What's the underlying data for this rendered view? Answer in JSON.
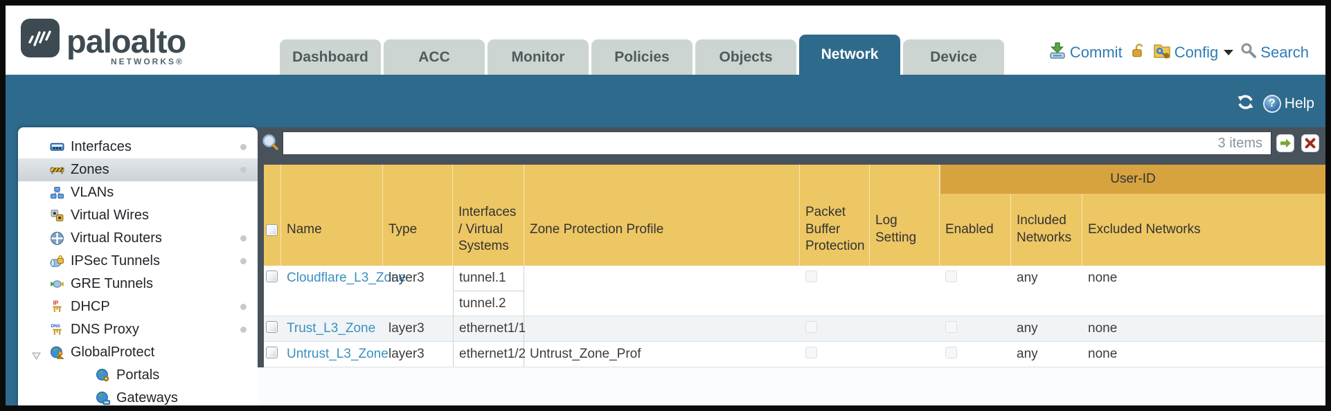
{
  "header": {
    "brand": "paloalto",
    "brand_sub": "NETWORKS®",
    "tabs": [
      {
        "label": "Dashboard",
        "active": false
      },
      {
        "label": "ACC",
        "active": false
      },
      {
        "label": "Monitor",
        "active": false
      },
      {
        "label": "Policies",
        "active": false
      },
      {
        "label": "Objects",
        "active": false
      },
      {
        "label": "Network",
        "active": true
      },
      {
        "label": "Device",
        "active": false
      }
    ],
    "utilities": {
      "commit": "Commit",
      "config": "Config",
      "search": "Search"
    }
  },
  "band": {
    "help": "Help"
  },
  "sidebar": {
    "items": [
      {
        "label": "Interfaces",
        "icon": "interfaces-icon",
        "dot": true,
        "selected": false
      },
      {
        "label": "Zones",
        "icon": "zones-icon",
        "dot": true,
        "selected": true
      },
      {
        "label": "VLANs",
        "icon": "vlans-icon",
        "dot": false,
        "selected": false
      },
      {
        "label": "Virtual Wires",
        "icon": "virtual-wires-icon",
        "dot": false,
        "selected": false
      },
      {
        "label": "Virtual Routers",
        "icon": "virtual-routers-icon",
        "dot": true,
        "selected": false
      },
      {
        "label": "IPSec Tunnels",
        "icon": "ipsec-tunnels-icon",
        "dot": true,
        "selected": false
      },
      {
        "label": "GRE Tunnels",
        "icon": "gre-tunnels-icon",
        "dot": false,
        "selected": false
      },
      {
        "label": "DHCP",
        "icon": "dhcp-icon",
        "dot": true,
        "selected": false
      },
      {
        "label": "DNS Proxy",
        "icon": "dns-proxy-icon",
        "dot": true,
        "selected": false
      },
      {
        "label": "GlobalProtect",
        "icon": "globalprotect-icon",
        "dot": false,
        "selected": false,
        "expanded": true
      },
      {
        "label": "Portals",
        "icon": "portals-icon",
        "child": true
      },
      {
        "label": "Gateways",
        "icon": "gateways-icon",
        "child": true
      }
    ]
  },
  "filter": {
    "value": "",
    "count": "3 items"
  },
  "table": {
    "group_header": "User-ID",
    "columns": [
      "Name",
      "Type",
      "Interfaces / Virtual Systems",
      "Zone Protection Profile",
      "Packet Buffer Protection",
      "Log Setting",
      "Enabled",
      "Included Networks",
      "Excluded Networks"
    ],
    "rows": [
      {
        "name": "Cloudflare_L3_Zone",
        "type": "layer3",
        "interfaces": [
          "tunnel.1",
          "tunnel.2"
        ],
        "zone_protection_profile": "",
        "packet_buffer_checked": false,
        "log_setting": "",
        "enabled_checked": false,
        "included_networks": "any",
        "excluded_networks": "none"
      },
      {
        "name": "Trust_L3_Zone",
        "type": "layer3",
        "interfaces": [
          "ethernet1/1"
        ],
        "zone_protection_profile": "",
        "packet_buffer_checked": false,
        "log_setting": "",
        "enabled_checked": false,
        "included_networks": "any",
        "excluded_networks": "none"
      },
      {
        "name": "Untrust_L3_Zone",
        "type": "layer3",
        "interfaces": [
          "ethernet1/2"
        ],
        "zone_protection_profile": "Untrust_Zone_Prof",
        "packet_buffer_checked": false,
        "log_setting": "",
        "enabled_checked": false,
        "included_networks": "any",
        "excluded_networks": "none"
      }
    ]
  }
}
